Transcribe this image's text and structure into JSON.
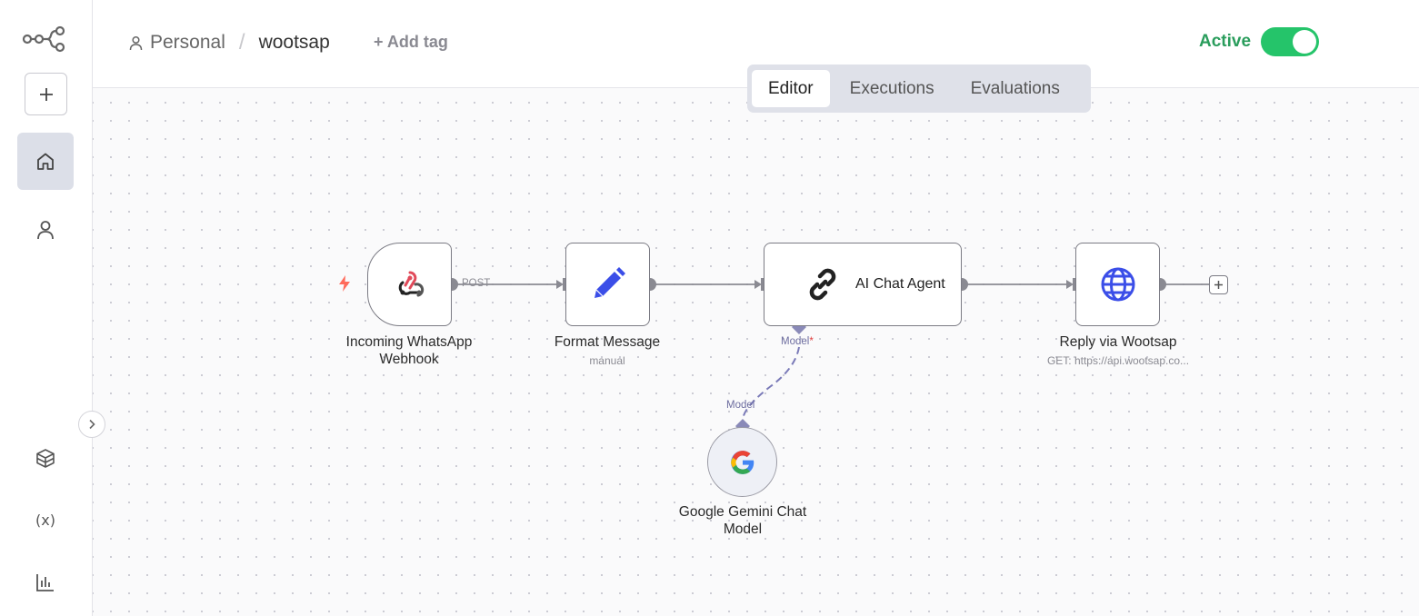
{
  "header": {
    "breadcrumb_personal": "Personal",
    "breadcrumb_separator": "/",
    "workflow_name": "wootsap",
    "add_tag": "+ Add tag",
    "active_label": "Active",
    "active": true
  },
  "tabs": [
    {
      "label": "Editor",
      "active": true
    },
    {
      "label": "Executions",
      "active": false
    },
    {
      "label": "Evaluations",
      "active": false
    }
  ],
  "sidebar": {
    "logo": "n8n-logo-icon",
    "add_icon": "plus-icon",
    "items": [
      {
        "icon": "home-icon",
        "active": true
      },
      {
        "icon": "user-icon",
        "active": false
      }
    ],
    "bottom_items": [
      {
        "icon": "templates-box-icon"
      },
      {
        "icon": "variables-icon",
        "text": "(x)"
      },
      {
        "icon": "insights-chart-icon"
      }
    ]
  },
  "nodes": {
    "webhook": {
      "label": "Incoming WhatsApp Webhook",
      "icon": "webhook-icon",
      "output_label": "POST"
    },
    "format": {
      "label": "Format Message",
      "subtitle": "manual",
      "icon": "pencil-icon"
    },
    "agent": {
      "label": "AI Chat Agent",
      "icon": "link-chain-icon",
      "model_port_label": "Model",
      "required_mark": "*"
    },
    "reply": {
      "label": "Reply via Wootsap",
      "subtitle": "GET: https://api.wootsap.co...",
      "icon": "globe-icon"
    },
    "gemini": {
      "label": "Google Gemini Chat Model",
      "icon": "google-g-icon",
      "port_label": "Model"
    }
  },
  "colors": {
    "active_green": "#25c46a",
    "active_text": "#2a9d5c",
    "webhook_red": "#e14a5a",
    "pencil_blue": "#3b4ee8",
    "globe_blue": "#3b4ee8",
    "model_wire": "#7a7ab8",
    "trigger_bolt": "#ff6b5b"
  }
}
